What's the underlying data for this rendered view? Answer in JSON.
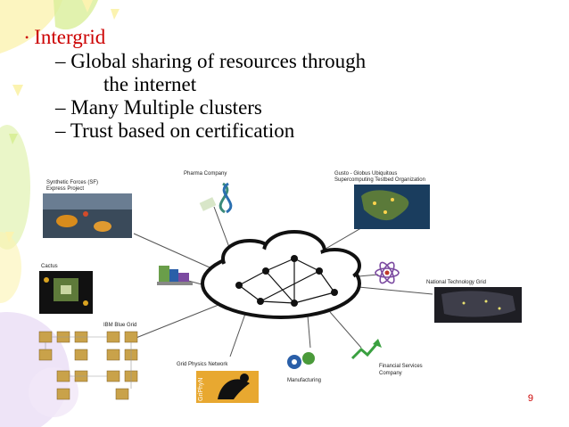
{
  "bullet": {
    "heading": "Intergrid",
    "items": [
      {
        "dash": "–",
        "text": "Global sharing of resources through"
      },
      {
        "dash": "",
        "text": "the internet"
      },
      {
        "dash": "–",
        "text": "Many Multiple clusters"
      },
      {
        "dash": "–",
        "text": "Trust based on certification"
      }
    ]
  },
  "diagram": {
    "labels": {
      "pharma": "Pharma Company",
      "gusto_line1": "Gusto - Globus Ubiquitous",
      "gusto_line2": "Supercomputing Testbed Organization",
      "sf_line1": "Synthetic Forces (SF)",
      "sf_line2": "Express Project",
      "cactus": "Cactus",
      "ntg": "National Technology Grid",
      "ibm": "IBM Blue Grid",
      "gpn": "Grid Physics Network",
      "gpn_logo": "GriPhyN",
      "manufacturing": "Manufacturing",
      "fin_line1": "Financial Services",
      "fin_line2": "Company"
    }
  },
  "page_number": "9",
  "colors": {
    "accent": "#cc0000",
    "deco_green": "#d9ef9a",
    "deco_yellow": "#fbf3b0",
    "deco_lilac": "#e7d8f3"
  }
}
